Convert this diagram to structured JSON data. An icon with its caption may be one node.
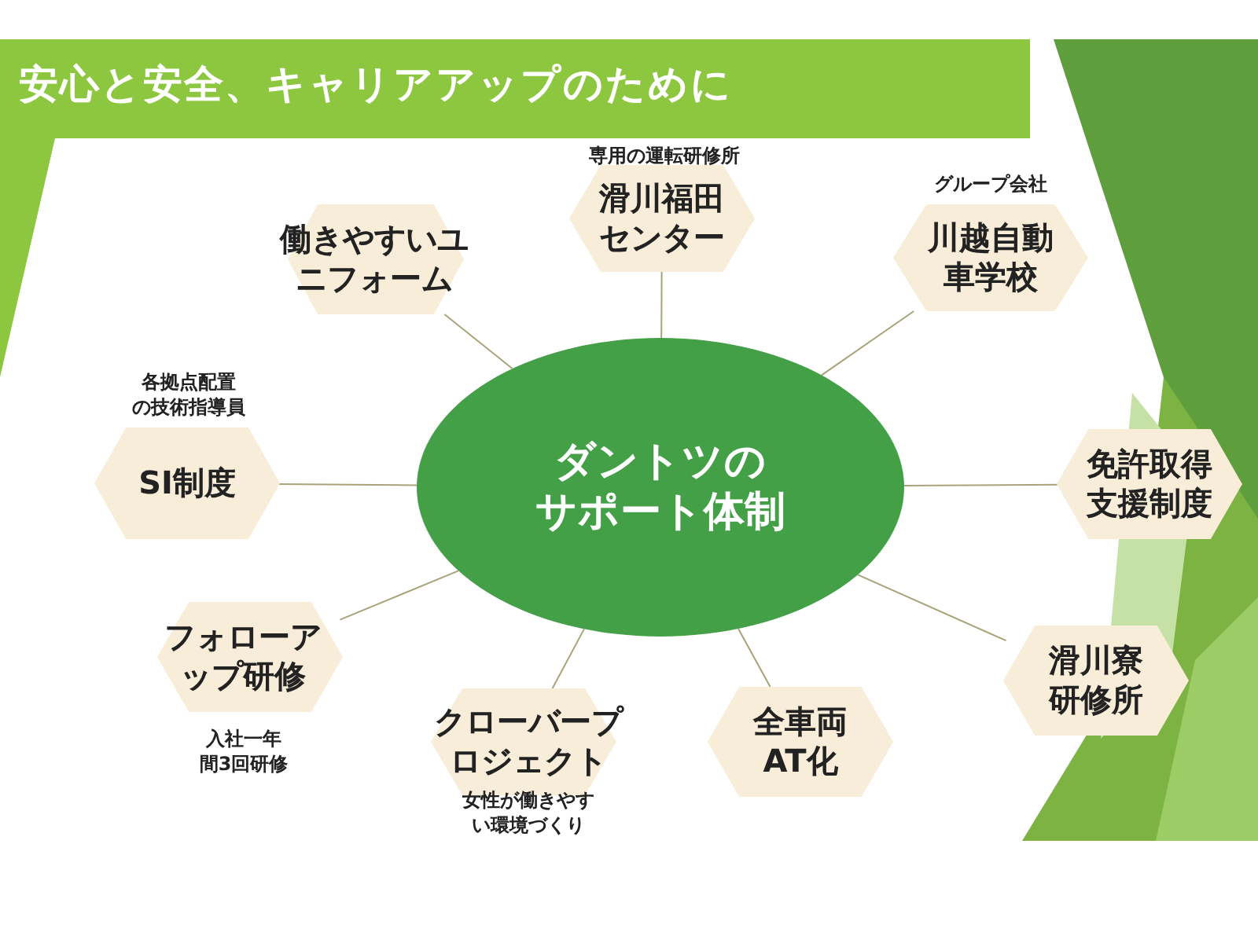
{
  "diagram": {
    "title": "安心と安全、キャリアアップのために",
    "nodes": [
      {
        "text": [
          "ダントツのサポート体制"
        ]
      },
      {
        "text": [
          "働きやすいユニフォーム"
        ]
      },
      {
        "text": [
          "滑川福田センター"
        ],
        "beside": [
          "専用の運転研修所"
        ]
      },
      {
        "text": [
          "川越自動車学校"
        ],
        "beside": [
          "グループ会社"
        ]
      },
      {
        "text": [
          "SI制度"
        ],
        "beside": [
          "各拠点配置の技術指導員"
        ]
      },
      {
        "text": [
          "免許取得支援制度"
        ]
      },
      {
        "text": [
          "フォローアップ研修"
        ],
        "beside": [
          "入社一年間3回研修"
        ]
      },
      {
        "text": [
          "滑川寮研修所"
        ]
      },
      {
        "text": [
          "クローバープロジェクト"
        ],
        "beside": [
          "女性が働きやすい環境づくり"
        ]
      },
      {
        "text": [
          "全車両AT化"
        ]
      }
    ],
    "edges": [
      {
        "from": 0,
        "to": 1,
        "arrow": "none"
      },
      {
        "from": 0,
        "to": 2,
        "arrow": "none"
      },
      {
        "from": 0,
        "to": 3,
        "arrow": "none"
      },
      {
        "from": 0,
        "to": 4,
        "arrow": "none"
      },
      {
        "from": 0,
        "to": 5,
        "arrow": "none"
      },
      {
        "from": 0,
        "to": 6,
        "arrow": "none"
      },
      {
        "from": 0,
        "to": 7,
        "arrow": "none"
      },
      {
        "from": 0,
        "to": 8,
        "arrow": "none"
      },
      {
        "from": 0,
        "to": 9,
        "arrow": "none"
      }
    ]
  }
}
